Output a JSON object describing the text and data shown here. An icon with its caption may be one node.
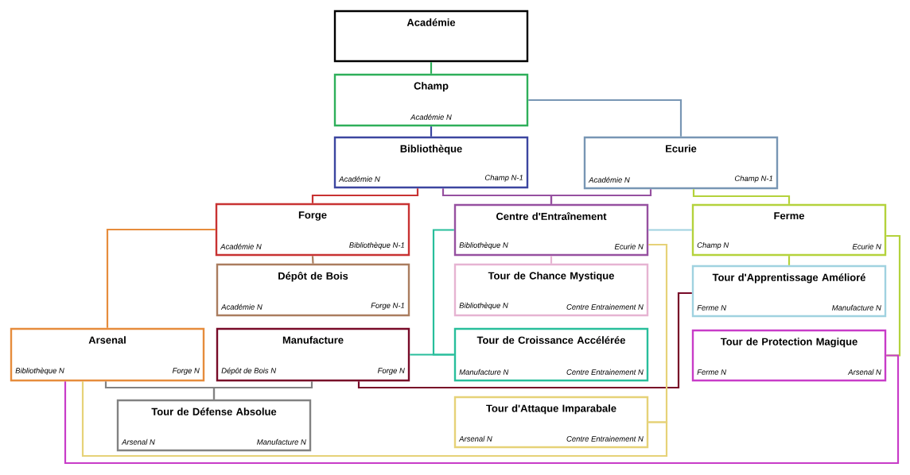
{
  "diagram": {
    "nodes": [
      {
        "text": [
          "Académie"
        ]
      },
      {
        "text": [
          "Champ",
          "Académie N"
        ]
      },
      {
        "text": [
          "Bibliothèque",
          "Académie N",
          "Champ N-1"
        ]
      },
      {
        "text": [
          "Ecurie",
          "Académie N",
          "Champ N-1"
        ]
      },
      {
        "text": [
          "Forge",
          "Académie N",
          "Bibliothèque N-1"
        ]
      },
      {
        "text": [
          "Centre d'Entraînement",
          "Bibliothèque N",
          "Ecurie N"
        ]
      },
      {
        "text": [
          "Ferme",
          "Champ N",
          "Ecurie N"
        ]
      },
      {
        "text": [
          "Dépôt de Bois",
          "Académie N",
          "Forge N-1"
        ]
      },
      {
        "text": [
          "Tour de Chance Mystique",
          "Bibliothèque N",
          "Centre Entrainement N"
        ]
      },
      {
        "text": [
          "Tour d'Apprentissage Amélioré",
          "Ferme N",
          "Manufacture N"
        ]
      },
      {
        "text": [
          "Arsenal",
          "Bibliothèque N",
          "Forge N"
        ]
      },
      {
        "text": [
          "Manufacture",
          "Dépôt de Bois N",
          "Forge N"
        ]
      },
      {
        "text": [
          "Tour de Croissance Accélérée",
          "Manufacture N",
          "Centre Entrainement N"
        ]
      },
      {
        "text": [
          "Tour de Protection Magique",
          "Ferme N",
          "Arsenal N"
        ]
      },
      {
        "text": [
          "Tour de Défense Absolue",
          "Arsenal N",
          "Manufacture N"
        ]
      },
      {
        "text": [
          "Tour d'Attaque Imparabale",
          "Arsenal N",
          "Centre Entrainement N"
        ]
      }
    ],
    "edges": [
      {
        "from": 0,
        "to": 1,
        "arrow": "none",
        "color": "#2eaf5a"
      },
      {
        "from": 1,
        "to": 2,
        "arrow": "none",
        "color": "#3c46a0"
      },
      {
        "from": 1,
        "to": 3,
        "arrow": "none",
        "color": "#7896b4"
      },
      {
        "from": 2,
        "to": 4,
        "arrow": "none",
        "color": "#c83232"
      },
      {
        "from": 2,
        "to": 5,
        "arrow": "none",
        "color": "#9650a0"
      },
      {
        "from": 3,
        "to": 5,
        "arrow": "none",
        "color": "#9650a0"
      },
      {
        "from": 3,
        "to": 6,
        "arrow": "none",
        "color": "#b4d23c"
      },
      {
        "from": 4,
        "to": 7,
        "arrow": "none",
        "color": "#aa7d5f"
      },
      {
        "from": 4,
        "to": 10,
        "arrow": "none",
        "color": "#e68c3c"
      },
      {
        "from": 5,
        "to": 8,
        "arrow": "none",
        "color": "#e6b4d2"
      },
      {
        "from": 5,
        "to": 12,
        "arrow": "none",
        "color": "#28be9b"
      },
      {
        "from": 11,
        "to": 12,
        "arrow": "none",
        "color": "#28be9b"
      },
      {
        "from": 5,
        "to": 6,
        "arrow": "none",
        "color": "#a0d2e0"
      },
      {
        "from": 6,
        "to": 9,
        "arrow": "none",
        "color": "#b4d23c"
      },
      {
        "from": 11,
        "to": 9,
        "arrow": "none",
        "color": "#780a28"
      },
      {
        "from": 6,
        "to": 13,
        "arrow": "none",
        "color": "#b4d23c"
      },
      {
        "from": 10,
        "to": 13,
        "arrow": "none",
        "color": "#c83cc8"
      },
      {
        "from": 10,
        "to": 14,
        "arrow": "none",
        "color": "#828282"
      },
      {
        "from": 11,
        "to": 14,
        "arrow": "none",
        "color": "#828282"
      },
      {
        "from": 10,
        "to": 15,
        "arrow": "none",
        "color": "#e6d278"
      },
      {
        "from": 5,
        "to": 15,
        "arrow": "none",
        "color": "#e6d278"
      }
    ]
  }
}
